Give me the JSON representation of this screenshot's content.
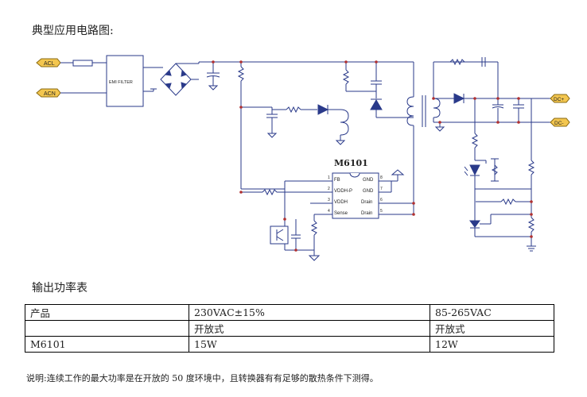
{
  "headings": {
    "circuit": "典型应用电路图:",
    "table": "输出功率表"
  },
  "schematic": {
    "inputs": [
      "ACL",
      "ACN"
    ],
    "outputs": [
      "DC+",
      "DC-"
    ],
    "filter_label": "EMI FILTER",
    "chip_name": "M6101",
    "pins_left": [
      {
        "num": "1",
        "name": "FB"
      },
      {
        "num": "2",
        "name": "VDDH-P"
      },
      {
        "num": "3",
        "name": "VDDH"
      },
      {
        "num": "4",
        "name": "Sense"
      }
    ],
    "pins_right": [
      {
        "num": "8",
        "name": "GND"
      },
      {
        "num": "7",
        "name": "GND"
      },
      {
        "num": "6",
        "name": "Drain"
      },
      {
        "num": "5",
        "name": "Drain"
      }
    ]
  },
  "power_table": {
    "header": [
      "产品",
      "230VAC±15%",
      "85-265VAC"
    ],
    "subheader": [
      "",
      "开放式",
      "开放式"
    ],
    "rows": [
      [
        "M6101",
        "15W",
        "12W"
      ]
    ]
  },
  "note": "说明:连续工作的最大功率是在开放的 50 度环境中，且转换器有有足够的散热条件下测得。"
}
